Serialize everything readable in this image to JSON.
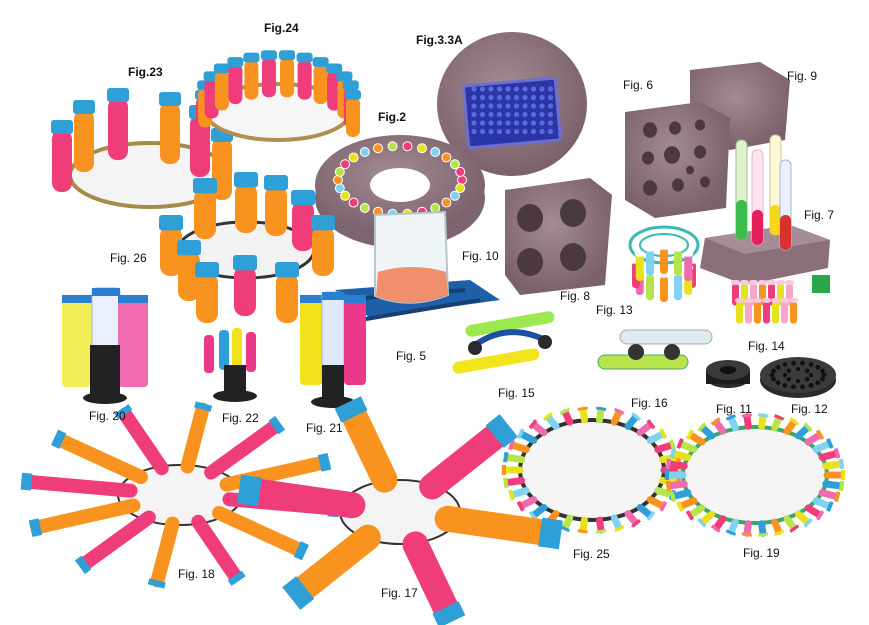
{
  "figures": [
    {
      "id": "fig23",
      "label": "Fig.23"
    },
    {
      "id": "fig24",
      "label": "Fig.24"
    },
    {
      "id": "fig3a",
      "label": "Fig.3.3A"
    },
    {
      "id": "fig2",
      "label": "Fig.2"
    },
    {
      "id": "fig6",
      "label": "Fig. 6"
    },
    {
      "id": "fig9",
      "label": "Fig. 9"
    },
    {
      "id": "fig7",
      "label": "Fig. 7"
    },
    {
      "id": "fig26",
      "label": "Fig. 26"
    },
    {
      "id": "fig10",
      "label": "Fig. 10"
    },
    {
      "id": "fig8",
      "label": "Fig. 8"
    },
    {
      "id": "fig13",
      "label": "Fig. 13"
    },
    {
      "id": "fig14",
      "label": "Fig. 14"
    },
    {
      "id": "fig5",
      "label": "Fig. 5"
    },
    {
      "id": "fig15",
      "label": "Fig. 15"
    },
    {
      "id": "fig16",
      "label": "Fig. 16"
    },
    {
      "id": "fig11",
      "label": "Fig. 11"
    },
    {
      "id": "fig12",
      "label": "Fig. 12"
    },
    {
      "id": "fig20",
      "label": "Fig. 20"
    },
    {
      "id": "fig22",
      "label": "Fig. 22"
    },
    {
      "id": "fig21",
      "label": "Fig. 21"
    },
    {
      "id": "fig25",
      "label": "Fig. 25"
    },
    {
      "id": "fig19",
      "label": "Fig. 19"
    },
    {
      "id": "fig18",
      "label": "Fig. 18"
    },
    {
      "id": "fig17",
      "label": "Fig. 17"
    }
  ],
  "colors": {
    "background": "#ffffff",
    "cap_blue": "#2f9fd8",
    "tube_orange": "#f7931e",
    "tube_pink": "#ee3d7a",
    "tube_yellow": "#e8e21c",
    "tube_magenta": "#e62e8b",
    "foam_mauve": "#8a6f78",
    "foam_light": "#a08890",
    "platform_blue": "#1f5fa8",
    "clip_black": "#222222"
  }
}
